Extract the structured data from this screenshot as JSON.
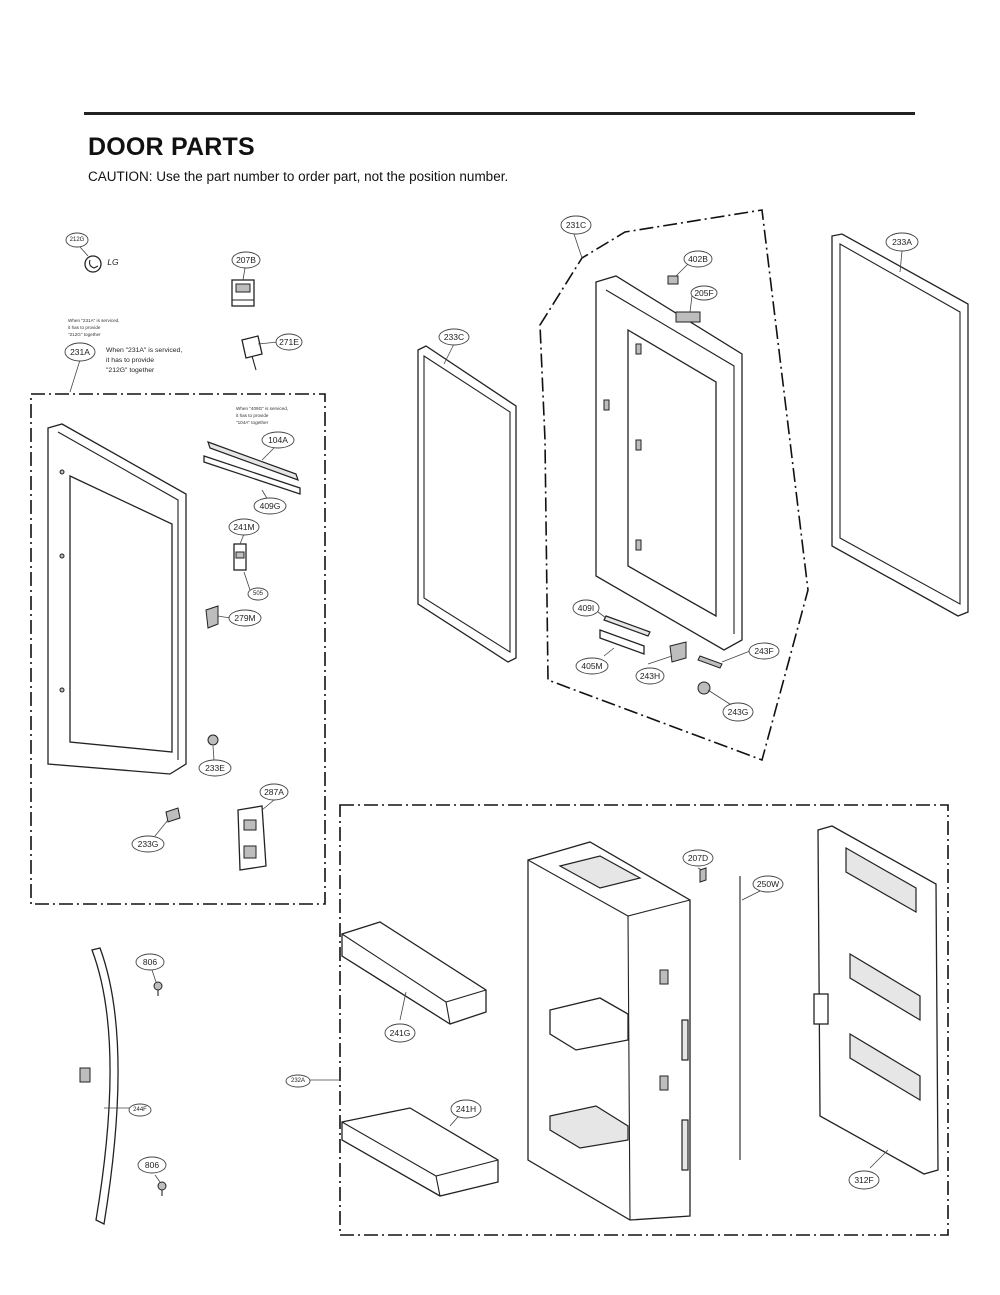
{
  "header": {
    "title": "DOOR PARTS",
    "caution": "CAUTION: Use the part number to order part, not the position number."
  },
  "labels": {
    "p212G": "212G",
    "p207B": "207B",
    "p271E": "271E",
    "p231A": "231A",
    "p104A": "104A",
    "p409G": "409G",
    "p241M": "241M",
    "p505": "505",
    "p279M": "279M",
    "p233E": "233E",
    "p287A": "287A",
    "p233G": "233G",
    "p233C": "233C",
    "p231C": "231C",
    "p402B": "402B",
    "p205F": "205F",
    "p233A": "233A",
    "p409I": "409I",
    "p405M": "405M",
    "p243H": "243H",
    "p243F": "243F",
    "p243G": "243G",
    "p806a": "806",
    "p806b": "806",
    "p244F": "244F",
    "p232A": "232A",
    "p241G": "241G",
    "p241H": "241H",
    "p207D": "207D",
    "p250W": "250W",
    "p312F": "312F"
  },
  "notes": {
    "logo_text": "LG",
    "note_231A_small": [
      "When \"231A\" is serviced,",
      "it has to provide",
      "\"212G\" together"
    ],
    "note_231A": [
      "When \"231A\" is serviced,",
      "it has to provide",
      "\"212G\" together"
    ],
    "note_104A": [
      "When \"409G\" is serviced,",
      "it has to provide",
      "\"104A\" together"
    ]
  }
}
